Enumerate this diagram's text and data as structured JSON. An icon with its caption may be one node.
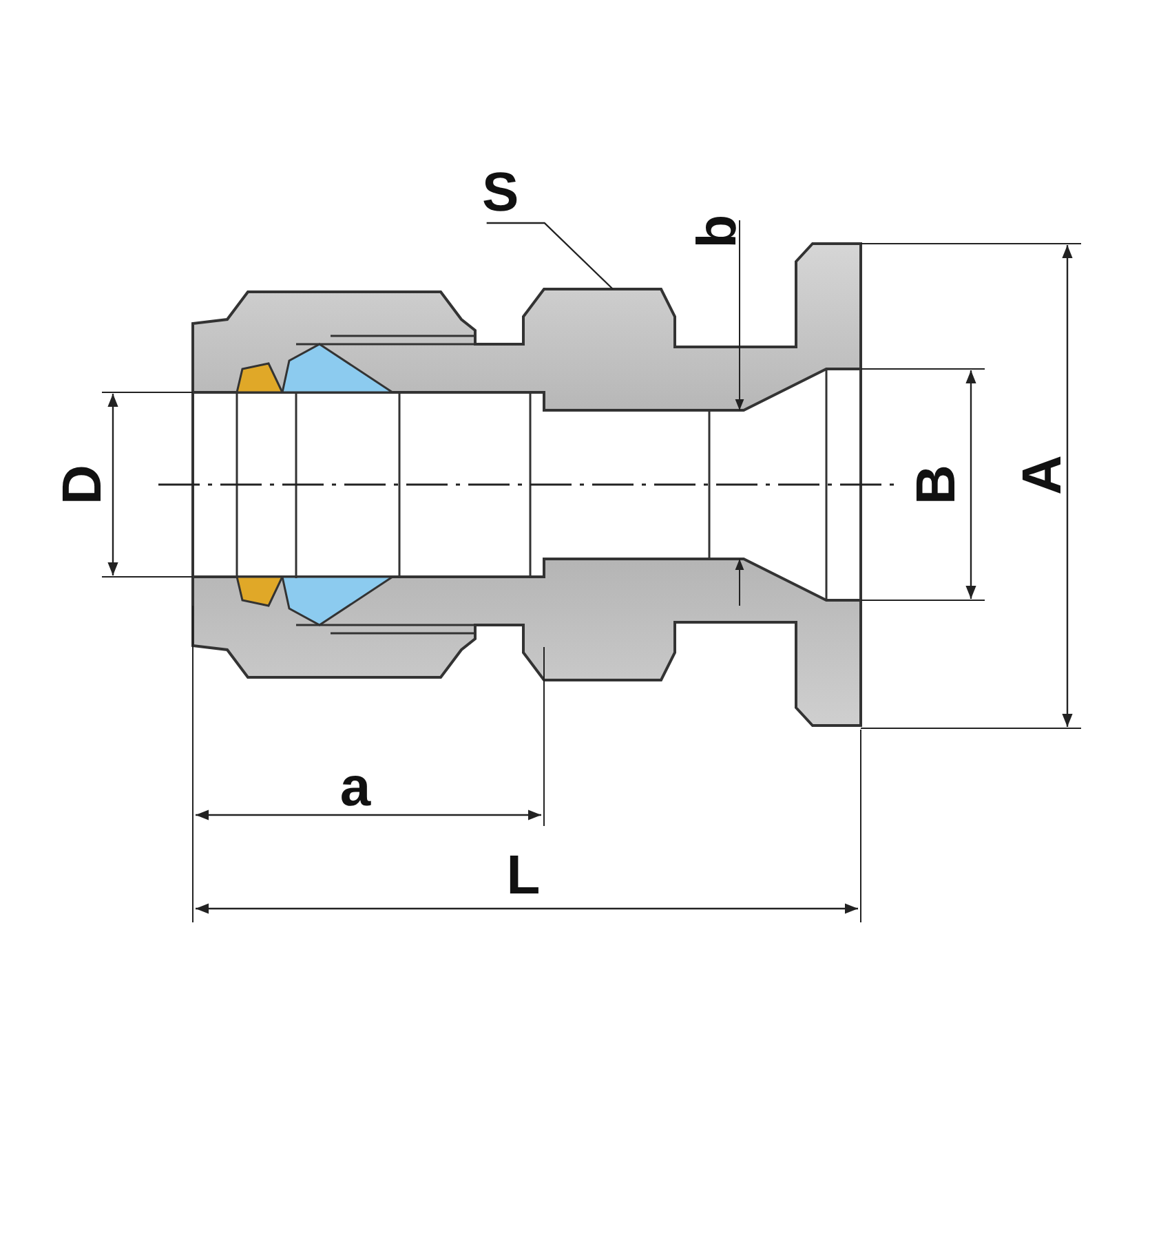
{
  "diagram": {
    "nodes": [
      {
        "text": [
          "S"
        ]
      },
      {
        "text": [],
        "shape": "picture"
      }
    ],
    "edges": [
      {
        "from": 0,
        "to": 1,
        "arrow": "none"
      }
    ],
    "labels": [
      "b",
      "D",
      "B",
      "A",
      "a",
      "L"
    ]
  }
}
